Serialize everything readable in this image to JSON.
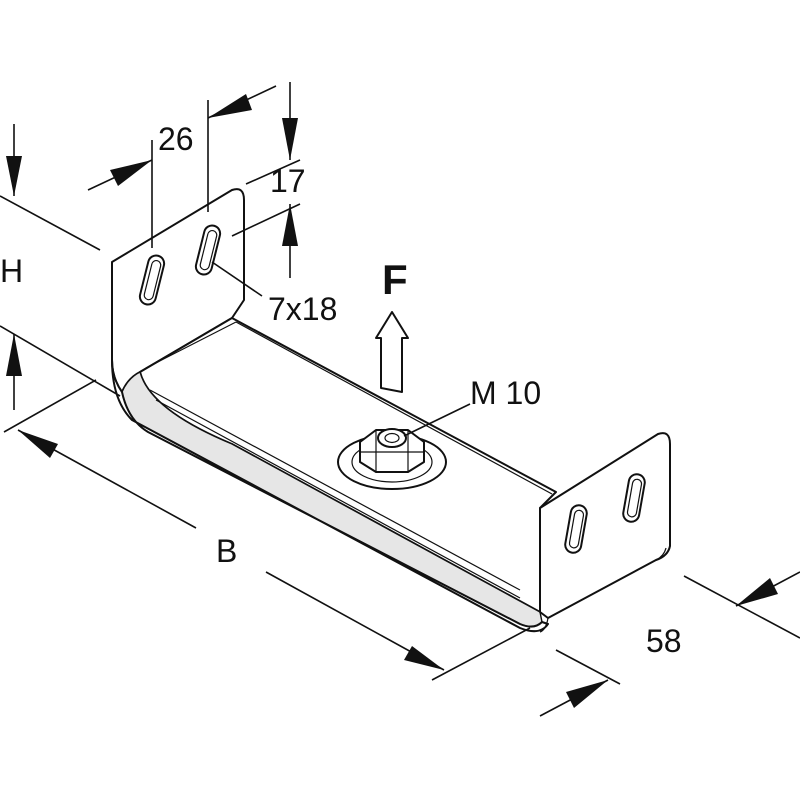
{
  "labels": {
    "width_26": "26",
    "height_17": "17",
    "slot": "7x18",
    "force": "F",
    "bolt": "M 10",
    "height_H": "H",
    "length_B": "B",
    "depth_58": "58"
  },
  "colors": {
    "line": "#111111",
    "fill": "#ffffff",
    "shade": "#e6e6e6"
  }
}
